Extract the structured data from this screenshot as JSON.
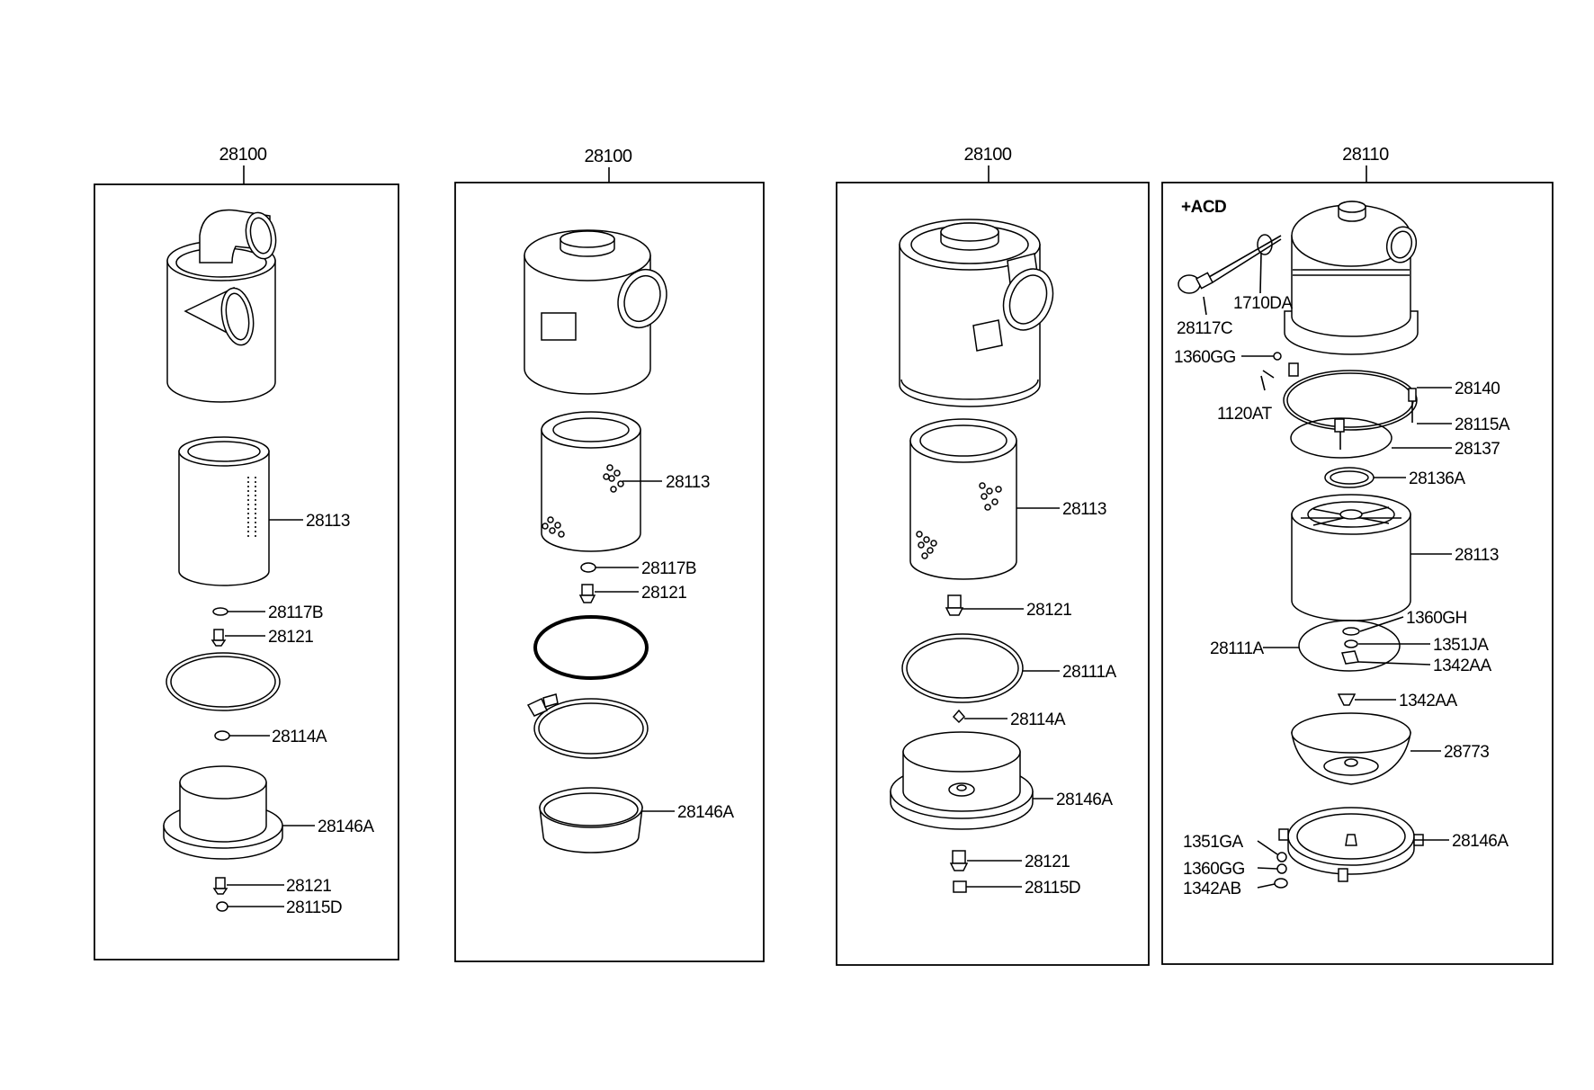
{
  "panels": [
    {
      "header": "28100",
      "callouts": [
        "28113",
        "28117B",
        "28121",
        "28114A",
        "28146A",
        "28121",
        "28115D"
      ]
    },
    {
      "header": "28100",
      "callouts": [
        "28113",
        "28117B",
        "28121",
        "28146A"
      ]
    },
    {
      "header": "28100",
      "callouts": [
        "28113",
        "28121",
        "28111A",
        "28114A",
        "28146A",
        "28121",
        "28115D"
      ]
    },
    {
      "header": "28110",
      "note": "+ACD",
      "callouts": [
        "1710DA",
        "28117C",
        "1360GG",
        "28140",
        "1120AT",
        "28115A",
        "28137",
        "28136A",
        "28113",
        "1360GH",
        "28111A",
        "1351JA",
        "1342AA",
        "1342AA",
        "28773",
        "1351GA",
        "28146A",
        "1360GG",
        "1342AB"
      ]
    }
  ]
}
